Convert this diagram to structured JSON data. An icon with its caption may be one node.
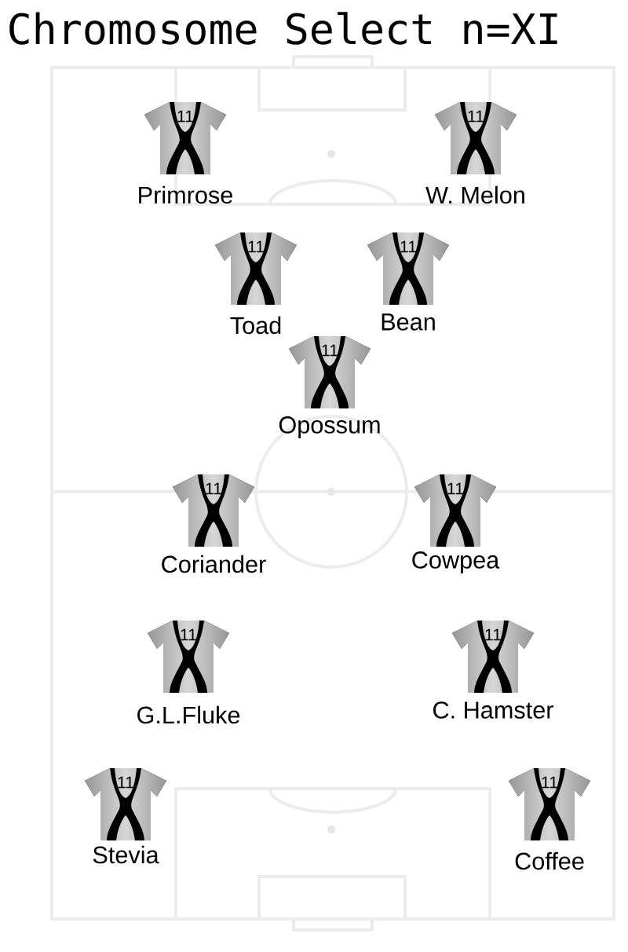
{
  "diagram": {
    "title": "Chromosome Select n=XI",
    "nodes": [
      {
        "text": [
          "11",
          "Primrose"
        ]
      },
      {
        "text": [
          "11",
          "W. Melon"
        ]
      },
      {
        "text": [
          "11",
          "Toad"
        ]
      },
      {
        "text": [
          "11",
          "Bean"
        ]
      },
      {
        "text": [
          "11",
          "Opossum"
        ]
      },
      {
        "text": [
          "11",
          "Coriander"
        ]
      },
      {
        "text": [
          "11",
          "Cowpea"
        ]
      },
      {
        "text": [
          "11",
          "G.L.Fluke"
        ]
      },
      {
        "text": [
          "11",
          "C. Hamster"
        ]
      },
      {
        "text": [
          "11",
          "Stevia"
        ]
      },
      {
        "text": [
          "11",
          "Coffee"
        ]
      }
    ]
  }
}
